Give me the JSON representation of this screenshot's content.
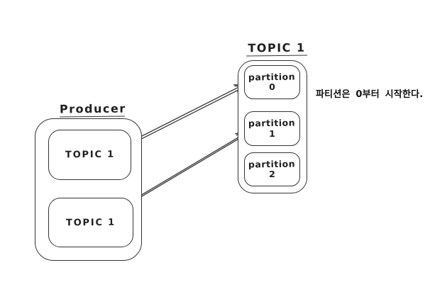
{
  "diagram": {
    "producer": {
      "label": "Producer",
      "topics": [
        {
          "label": "TOPIC 1"
        },
        {
          "label": "TOPIC 1"
        }
      ]
    },
    "topic_group": {
      "label": "TOPIC 1",
      "partitions": [
        {
          "name": "partition",
          "number": "0"
        },
        {
          "name": "partition",
          "number": "1"
        },
        {
          "name": "partition",
          "number": "2"
        }
      ]
    },
    "annotation": "파티션은 0부터 시작한다.",
    "arrows": [
      {
        "from": "producer-topic-1",
        "to": "partition-0"
      },
      {
        "from": "producer-topic-2",
        "to": "partition-1"
      }
    ],
    "colors": {
      "stroke": "#343434",
      "background": "#ffffff",
      "text": "#1f1f1f"
    }
  }
}
